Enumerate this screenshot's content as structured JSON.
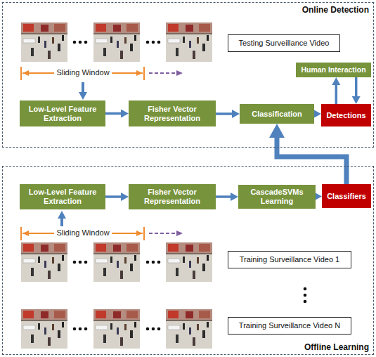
{
  "diagram": {
    "nodes": [
      {
        "text": [
          "Online Detection"
        ]
      },
      {
        "text": [
          "Testing Surveillance Video"
        ],
        "in": 0
      },
      {
        "text": [
          "Low-Level Feature Extraction"
        ],
        "in": 0
      },
      {
        "text": [
          "Fisher Vector Representation"
        ],
        "in": 0
      },
      {
        "text": [
          "Human Interaction"
        ],
        "in": 0
      },
      {
        "text": [
          "Classification"
        ],
        "in": 0
      },
      {
        "text": [
          "Detections"
        ],
        "in": 0
      },
      {
        "text": [
          "Offline Learning"
        ]
      },
      {
        "text": [
          "Low-Level Feature Extraction"
        ],
        "in": 7
      },
      {
        "text": [
          "Fisher Vector Representation"
        ],
        "in": 7
      },
      {
        "text": [
          "CascadeSVMs Learning"
        ],
        "in": 7
      },
      {
        "text": [
          "Classifiers"
        ],
        "in": 7
      },
      {
        "text": [
          "Training Surveillance Video 1"
        ],
        "in": 7
      },
      {
        "text": [
          "Training Surveillance Video N"
        ],
        "in": 7
      }
    ],
    "edges": [
      {
        "from": 2,
        "to": 3,
        "arrow": "to"
      },
      {
        "from": 3,
        "to": 5,
        "arrow": "to"
      },
      {
        "from": 5,
        "to": 6,
        "arrow": "to"
      },
      {
        "from": 6,
        "to": 4,
        "arrow": "to"
      },
      {
        "from": 4,
        "to": 6,
        "arrow": "to"
      },
      {
        "from": 11,
        "to": 5,
        "arrow": "to"
      },
      {
        "from": 8,
        "to": 9,
        "arrow": "to"
      },
      {
        "from": 9,
        "to": 10,
        "arrow": "to"
      },
      {
        "from": 10,
        "to": 11,
        "arrow": "to"
      }
    ],
    "labels": [
      "Sliding Window",
      "Sliding Window"
    ]
  }
}
